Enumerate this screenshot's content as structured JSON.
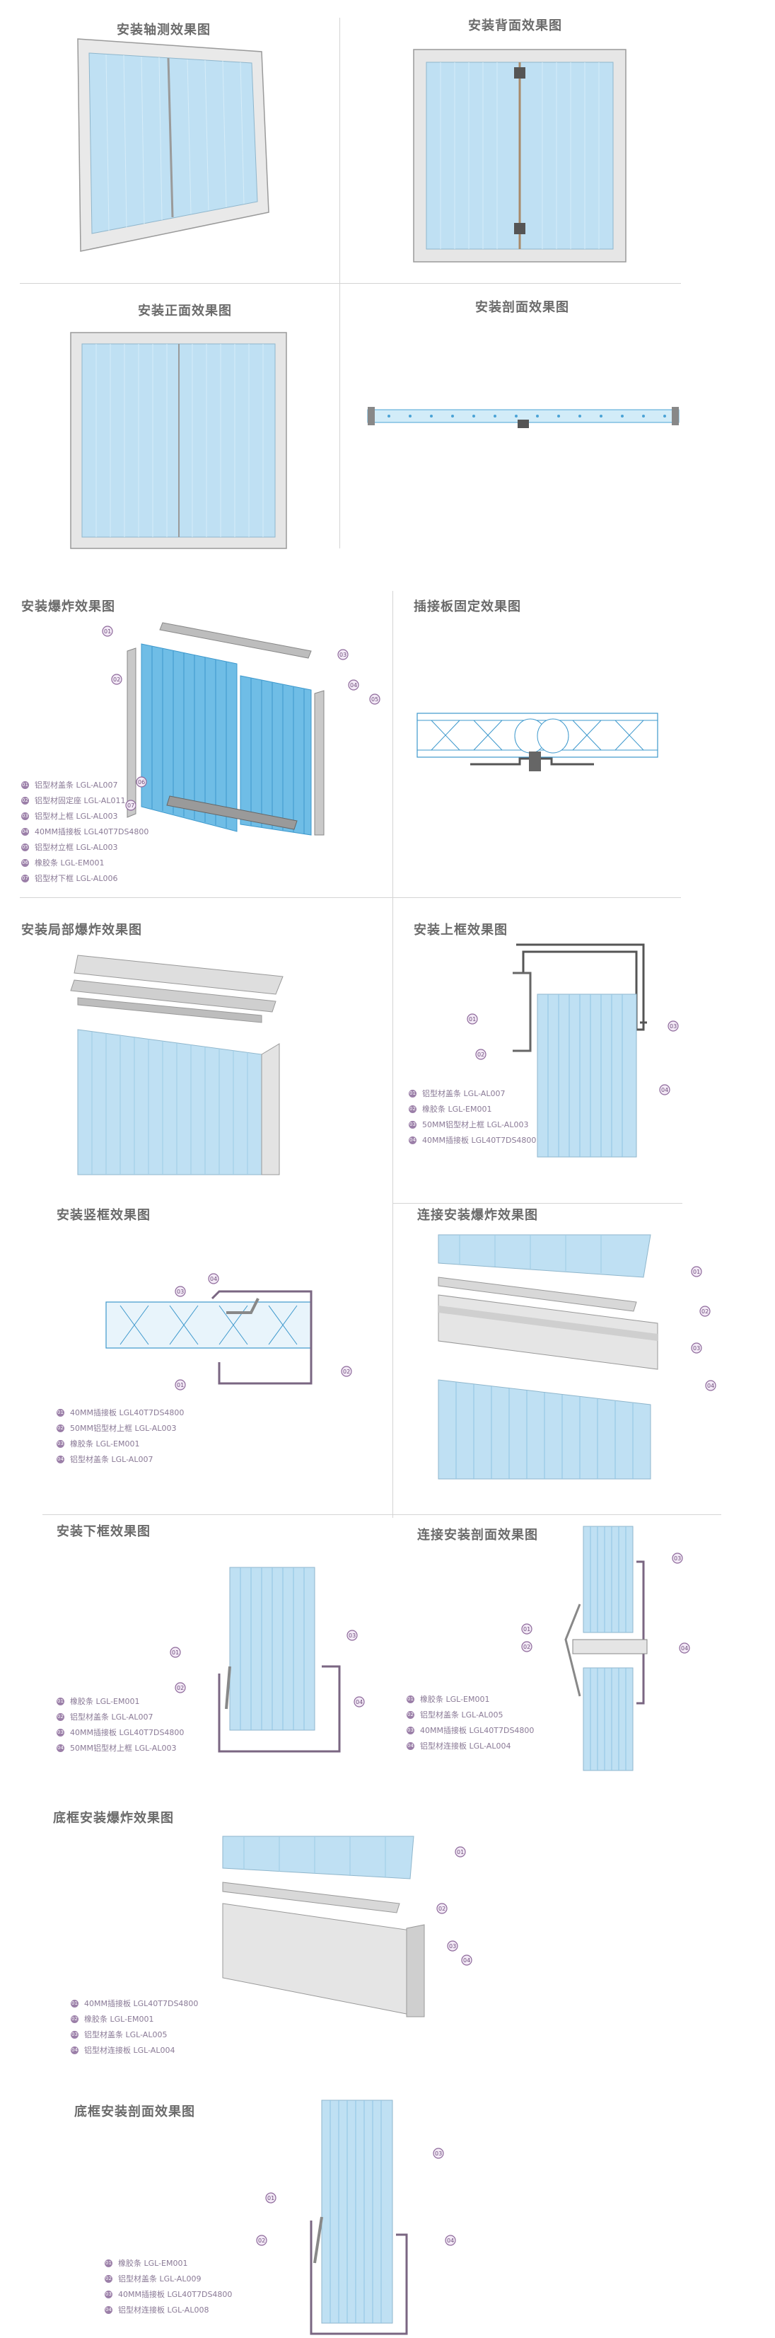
{
  "sections": {
    "axis_view": {
      "title": "安装轴测效果图"
    },
    "back_view": {
      "title": "安装背面效果图"
    },
    "front_view": {
      "title": "安装正面效果图"
    },
    "section_view": {
      "title": "安装剖面效果图"
    },
    "exploded_view": {
      "title": "安装爆炸效果图",
      "legend": [
        {
          "num": "01",
          "text": "铝型材盖条 LGL-AL007"
        },
        {
          "num": "02",
          "text": "铝型材固定座 LGL-AL011"
        },
        {
          "num": "03",
          "text": "铝型材上框 LGL-AL003"
        },
        {
          "num": "04",
          "text": "40MM插接板 LGL40T7DS4800"
        },
        {
          "num": "05",
          "text": "铝型材立框 LGL-AL003"
        },
        {
          "num": "06",
          "text": "橡胶条 LGL-EM001"
        },
        {
          "num": "07",
          "text": "铝型材下框 LGL-AL006"
        }
      ]
    },
    "plug_view": {
      "title": "插接板固定效果图"
    },
    "partial_exploded": {
      "title": "安装局部爆炸效果图"
    },
    "top_frame": {
      "title": "安装上框效果图",
      "legend": [
        {
          "num": "01",
          "text": "铝型材盖条 LGL-AL007"
        },
        {
          "num": "02",
          "text": "橡胶条 LGL-EM001"
        },
        {
          "num": "03",
          "text": "50MM铝型材上框 LGL-AL003"
        },
        {
          "num": "04",
          "text": "40MM插接板 LGL40T7DS4800"
        }
      ]
    },
    "vertical_frame": {
      "title": "安装竖框效果图",
      "legend": [
        {
          "num": "01",
          "text": "40MM插接板 LGL40T7DS4800"
        },
        {
          "num": "02",
          "text": "50MM铝型材上框 LGL-AL003"
        },
        {
          "num": "03",
          "text": "橡胶条 LGL-EM001"
        },
        {
          "num": "04",
          "text": "铝型材盖条 LGL-AL007"
        }
      ]
    },
    "connect_exploded": {
      "title": "连接安装爆炸效果图"
    },
    "bottom_frame": {
      "title": "安装下框效果图",
      "legend": [
        {
          "num": "01",
          "text": "橡胶条 LGL-EM001"
        },
        {
          "num": "02",
          "text": "铝型材盖条 LGL-AL007"
        },
        {
          "num": "03",
          "text": "40MM插接板 LGL40T7DS4800"
        },
        {
          "num": "04",
          "text": "50MM铝型材上框 LGL-AL003"
        }
      ]
    },
    "connect_section": {
      "title": "连接安装剖面效果图",
      "legend": [
        {
          "num": "01",
          "text": "橡胶条 LGL-EM001"
        },
        {
          "num": "02",
          "text": "铝型材盖条 LGL-AL005"
        },
        {
          "num": "03",
          "text": "40MM插接板 LGL40T7DS4800"
        },
        {
          "num": "04",
          "text": "铝型材连接板 LGL-AL004"
        }
      ]
    },
    "base_exploded": {
      "title": "底框安装爆炸效果图",
      "legend": [
        {
          "num": "01",
          "text": "40MM插接板 LGL40T7DS4800"
        },
        {
          "num": "02",
          "text": "橡胶条 LGL-EM001"
        },
        {
          "num": "03",
          "text": "铝型材盖条 LGL-AL005"
        },
        {
          "num": "04",
          "text": "铝型材连接板 LGL-AL004"
        }
      ]
    },
    "base_section": {
      "title": "底框安装剖面效果图",
      "legend": [
        {
          "num": "01",
          "text": "橡胶条 LGL-EM001"
        },
        {
          "num": "02",
          "text": "铝型材盖条 LGL-AL009"
        },
        {
          "num": "03",
          "text": "40MM插接板 LGL40T7DS4800"
        },
        {
          "num": "04",
          "text": "铝型材连接板 LGL-AL008"
        }
      ]
    }
  },
  "colors": {
    "panel_blue": "#a9d6ef",
    "panel_line": "#5bb3e0",
    "frame_gray": "#c8c8c8",
    "callout_purple": "#8e6a9b"
  }
}
